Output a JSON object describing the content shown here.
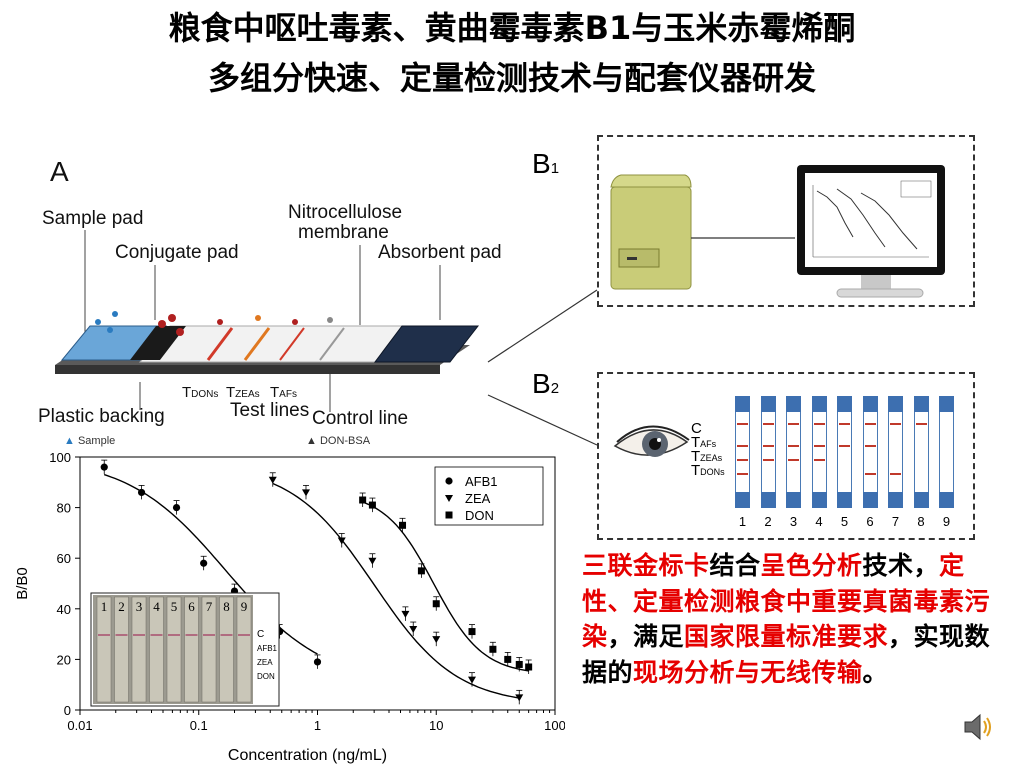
{
  "title": {
    "line1": "粮食中呕吐毒素、黄曲霉毒素B1与玉米赤霉烯酮",
    "line2": "多组分快速、定量检测技术与配套仪器研发"
  },
  "panel_a": {
    "letter": "A",
    "labels": {
      "sample_pad": "Sample pad",
      "conjugate_pad": "Conjugate pad",
      "nitro_1": "Nitrocellulose",
      "nitro_2": "membrane",
      "absorbent_pad": "Absorbent pad",
      "plastic_backing": "Plastic backing",
      "test_lines": "Test lines",
      "control_line": "Control line",
      "t_don": "DONs",
      "t_zea": "ZEAs",
      "t_afs": "AFs",
      "legend_sample": "Sample",
      "legend_don_bsa": "DON-BSA"
    }
  },
  "panel_b1": {
    "letter": "B",
    "sub": "1"
  },
  "panel_b2": {
    "letter": "B",
    "sub": "2",
    "line_labels": {
      "c": "C",
      "t": "T",
      "afs": "AFs",
      "zeas": "ZEAs",
      "dons": "DONs"
    },
    "strip_numbers": [
      "1",
      "2",
      "3",
      "4",
      "5",
      "6",
      "7",
      "8",
      "9"
    ]
  },
  "inset_strip": {
    "numbers": [
      "1",
      "2",
      "3",
      "4",
      "5",
      "6",
      "7",
      "8",
      "9"
    ],
    "labels": [
      "C",
      "AFB1",
      "ZEA",
      "DON"
    ]
  },
  "description": {
    "seg1": "三联金标卡",
    "seg2": "结合",
    "seg3": "呈色分析",
    "seg4": "技术，",
    "seg5": "定性、定量检测粮食中重要真菌毒素污染",
    "seg6": "，满足",
    "seg7": "国家限量标准要求",
    "seg8": "，实现数据的",
    "seg9": "现场分析与无线传输",
    "seg10": "。"
  },
  "colors": {
    "highlight": "#e60000",
    "strip_cap": "#3d6fb0",
    "test_line": "#c0392b"
  },
  "icons": [
    "eye-icon",
    "speaker-icon",
    "reader-device-icon",
    "monitor-icon"
  ],
  "chart_data": {
    "type": "scatter",
    "xlabel": "Concentration (ng/mL)",
    "ylabel": "B/B0",
    "xscale": "log",
    "xlim": [
      0.01,
      100
    ],
    "ylim": [
      0,
      100
    ],
    "xticks": [
      "0.01",
      "0.1",
      "1",
      "10",
      "100"
    ],
    "yticks": [
      "0",
      "20",
      "40",
      "60",
      "80",
      "100"
    ],
    "legend_position": "top-right",
    "series": [
      {
        "name": "AFB1",
        "marker": "circle",
        "x": [
          0.016,
          0.033,
          0.065,
          0.11,
          0.2,
          0.48,
          1.0
        ],
        "y": [
          96,
          86,
          80,
          58,
          47,
          31,
          19
        ]
      },
      {
        "name": "ZEA",
        "marker": "triangle-down",
        "x": [
          0.42,
          0.8,
          1.6,
          2.9,
          5.5,
          6.4,
          10,
          20,
          50
        ],
        "y": [
          91,
          86,
          67,
          59,
          38,
          32,
          28,
          12,
          5
        ]
      },
      {
        "name": "DON",
        "marker": "square",
        "x": [
          2.4,
          2.9,
          5.2,
          7.5,
          10,
          20,
          30,
          40,
          50,
          60
        ],
        "y": [
          83,
          81,
          73,
          55,
          42,
          31,
          24,
          20,
          18,
          17
        ]
      }
    ]
  }
}
